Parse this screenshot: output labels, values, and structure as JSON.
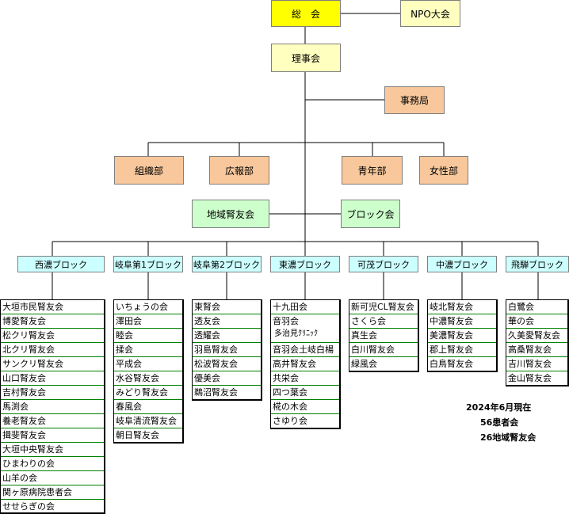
{
  "top": {
    "general_meeting": "総　会",
    "npo": "NPO大会",
    "board": "理事会",
    "secretariat": "事務局"
  },
  "departments": [
    "組織部",
    "広報部",
    "青年部",
    "女性部"
  ],
  "middle": {
    "regional": "地域腎友会",
    "block_meeting": "ブロック会"
  },
  "blocks": [
    {
      "name": "西濃ブロック",
      "members": [
        "大垣市民腎友会",
        "博愛腎友会",
        "松クリ腎友会",
        "北クリ腎友会",
        "サンクリ腎友会",
        "山口腎友会",
        "吉村腎友会",
        "馬渕会",
        "養老腎友会",
        "揖斐腎友会",
        "大垣中央腎友会",
        "ひまわりの会",
        "山羊の会",
        "関ヶ原病院患者会",
        "せせらぎの会"
      ]
    },
    {
      "name": "岐阜第1ブロック",
      "members": [
        "いちょうの会",
        "澤田会",
        "睦会",
        "揉会",
        "平成会",
        "水谷腎友会",
        "みどり腎友会",
        "春風会",
        "岐阜清流腎友会",
        "朝日腎友会"
      ]
    },
    {
      "name": "岐阜第2ブロック",
      "members": [
        "東腎会",
        "透友会",
        "透耀会",
        "羽島腎友会",
        "松波腎友会",
        "優美会",
        "鵜沼腎友会"
      ]
    },
    {
      "name": "東濃ブロック",
      "members": [
        "十九田会",
        "音羽会",
        "多治見ｸﾘﾆｯｸ",
        "音羽会土岐白楊",
        "高井腎友会",
        "共栄会",
        "四つ葉会",
        "椛の木会",
        "さゆり会"
      ]
    },
    {
      "name": "可茂ブロック",
      "members": [
        "新可児CL腎友会",
        "さくら会",
        "真生会",
        "白川腎友会",
        "緑風会"
      ]
    },
    {
      "name": "中濃ブロック",
      "members": [
        "岐北腎友会",
        "中濃腎友会",
        "美濃腎友会",
        "郡上腎友会",
        "白鳥腎友会"
      ]
    },
    {
      "name": "飛騨ブロック",
      "members": [
        "白鷺会",
        "華の会",
        "久美愛腎友会",
        "高桑腎友会",
        "吉川腎友会",
        "金山腎友会"
      ]
    }
  ],
  "notes": {
    "line1": "2024年6月現在",
    "line2": "56患者会",
    "line3": "26地域腎友会"
  },
  "colors": {
    "general_meeting": "#ffff00",
    "npo": "#ffffc0",
    "board": "#ffffc0",
    "secretariat": "#f8c89c",
    "departments": "#f8c89c",
    "middle": "#ccffcc",
    "blocks": "#ccffff",
    "list_rule": "#008000"
  }
}
